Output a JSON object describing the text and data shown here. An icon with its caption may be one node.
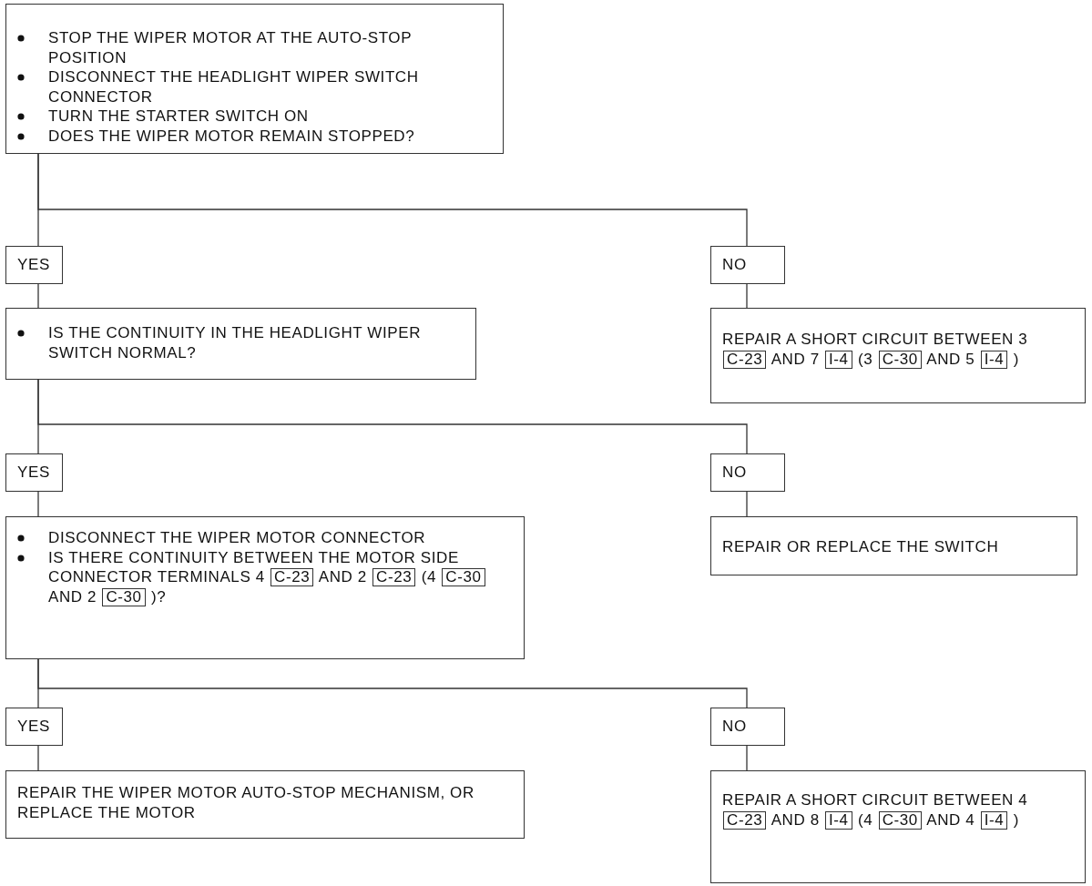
{
  "diagram": {
    "nodes": [
      {
        "text": [
          "STOP THE WIPER MOTOR AT THE AUTO-STOP POSITION",
          "DISCONNECT THE HEADLIGHT WIPER SWITCH CONNECTOR",
          "TURN THE STARTER SWITCH ON",
          "DOES THE WIPER MOTOR REMAIN STOPPED?"
        ]
      },
      {
        "text": [
          "YES"
        ]
      },
      {
        "text": [
          "NO"
        ]
      },
      {
        "text": [
          "IS THE CONTINUITY IN THE HEADLIGHT WIPER SWITCH NORMAL?"
        ]
      },
      {
        "text": [
          "REPAIR A SHORT CIRCUIT BETWEEN 3 C-23 AND 7 I-4 (3 C-30 AND 5 I-4 )"
        ]
      },
      {
        "text": [
          "YES"
        ]
      },
      {
        "text": [
          "NO"
        ]
      },
      {
        "text": [
          "DISCONNECT THE WIPER MOTOR CONNECTOR",
          "IS THERE CONTINUITY BETWEEN THE MOTOR SIDE CONNECTOR TERMINALS 4 C-23 AND 2 C-23 (4 C-30 AND 2 C-30 )?"
        ]
      },
      {
        "text": [
          "REPAIR OR REPLACE THE SWITCH"
        ]
      },
      {
        "text": [
          "YES"
        ]
      },
      {
        "text": [
          "NO"
        ]
      },
      {
        "text": [
          "REPAIR THE WIPER MOTOR AUTO-STOP MECHANISM, OR REPLACE THE MOTOR"
        ]
      },
      {
        "text": [
          "REPAIR A SHORT CIRCUIT BETWEEN 4 C-23 AND 8 I-4 (4 C-30 AND 4 I-4 )"
        ]
      }
    ],
    "edges": [
      {
        "from": 0,
        "to": 1,
        "arrow": "none"
      },
      {
        "from": 0,
        "to": 2,
        "arrow": "none"
      },
      {
        "from": 1,
        "to": 3,
        "arrow": "none"
      },
      {
        "from": 2,
        "to": 4,
        "arrow": "none"
      },
      {
        "from": 3,
        "to": 5,
        "arrow": "none"
      },
      {
        "from": 3,
        "to": 6,
        "arrow": "none"
      },
      {
        "from": 5,
        "to": 7,
        "arrow": "none"
      },
      {
        "from": 6,
        "to": 8,
        "arrow": "none"
      },
      {
        "from": 7,
        "to": 9,
        "arrow": "none"
      },
      {
        "from": 7,
        "to": 10,
        "arrow": "none"
      },
      {
        "from": 9,
        "to": 11,
        "arrow": "none"
      },
      {
        "from": 10,
        "to": 12,
        "arrow": "none"
      }
    ]
  }
}
